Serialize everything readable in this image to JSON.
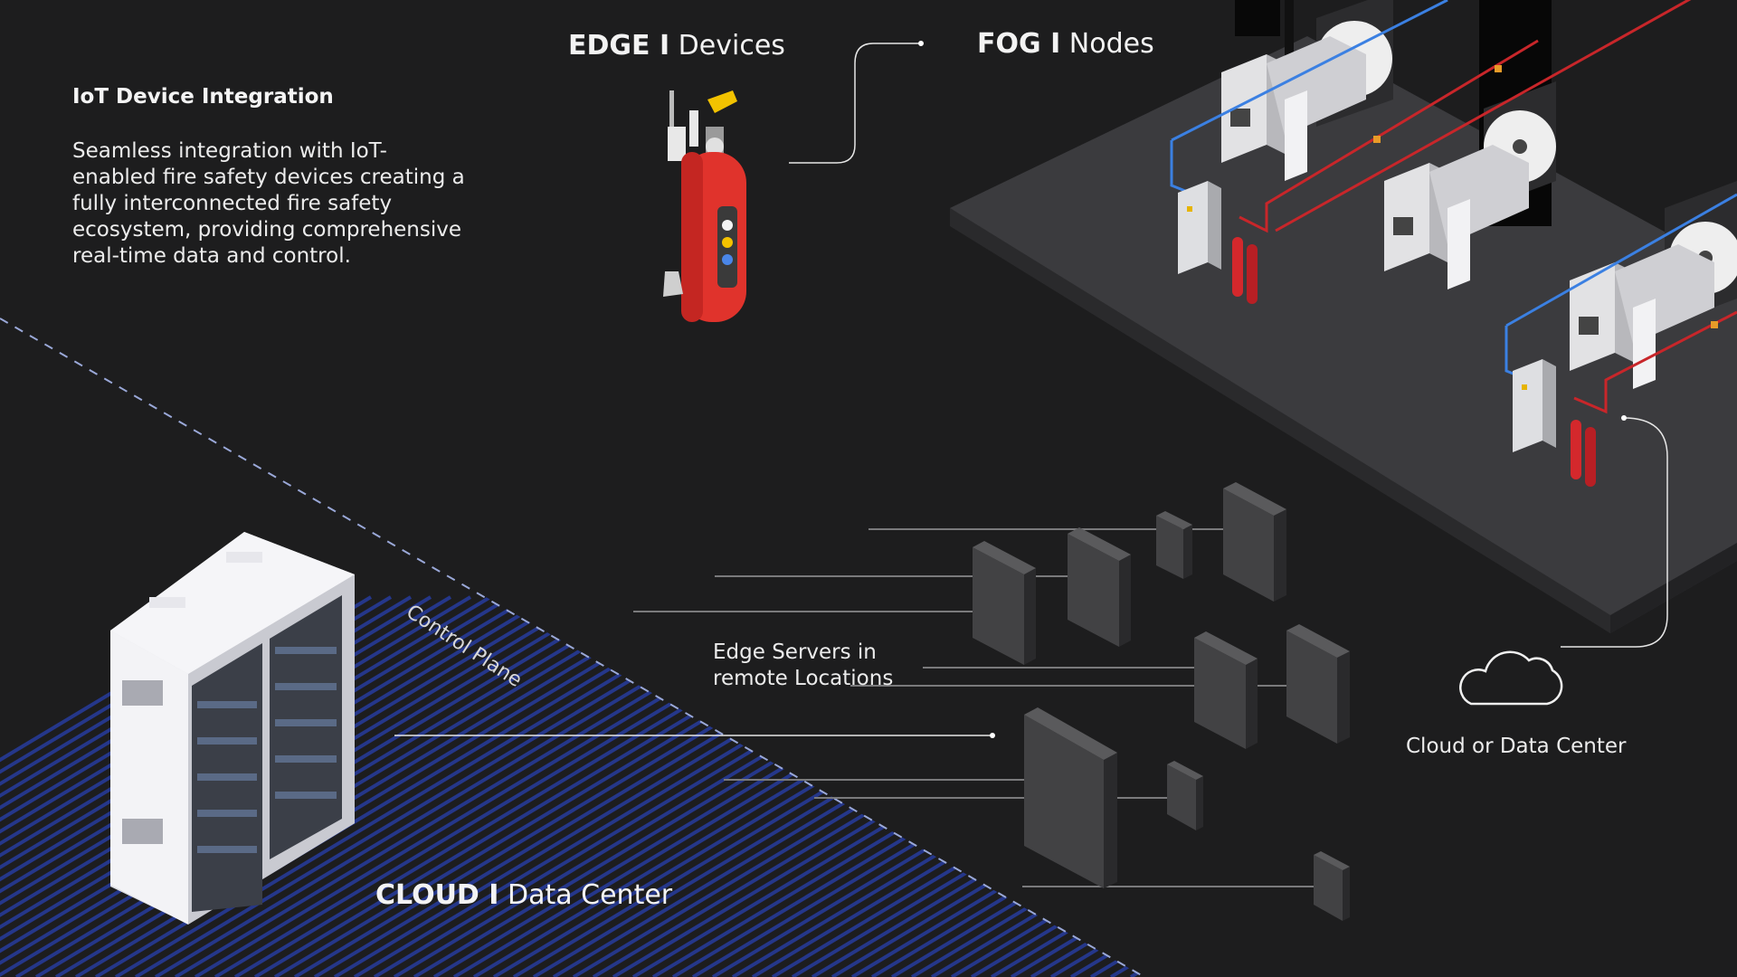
{
  "intro": {
    "title": "IoT Device Integration",
    "body": "Seamless integration with IoT-enabled fire safety devices creating a fully interconnected fire safety ecosystem, providing comprehensive real-time data and control."
  },
  "tiers": {
    "edge": {
      "strong": "EDGE I",
      "light": "Devices"
    },
    "fog": {
      "strong": "FOG I",
      "light": "Nodes"
    },
    "cloud": {
      "strong": "CLOUD I",
      "light": "Data Center"
    }
  },
  "labels": {
    "control_plane": "Control Plane",
    "edge_servers_line1": "Edge Servers in",
    "edge_servers_line2": "remote Locations",
    "cloud_or_dc": "Cloud or Data Center"
  },
  "colors": {
    "background": "#1d1d1e",
    "extinguisher_red": "#e0332c",
    "pipe_blue": "#3a7fe0",
    "pipe_red": "#c8262a",
    "hatch_blue": "#2a3e8a"
  }
}
